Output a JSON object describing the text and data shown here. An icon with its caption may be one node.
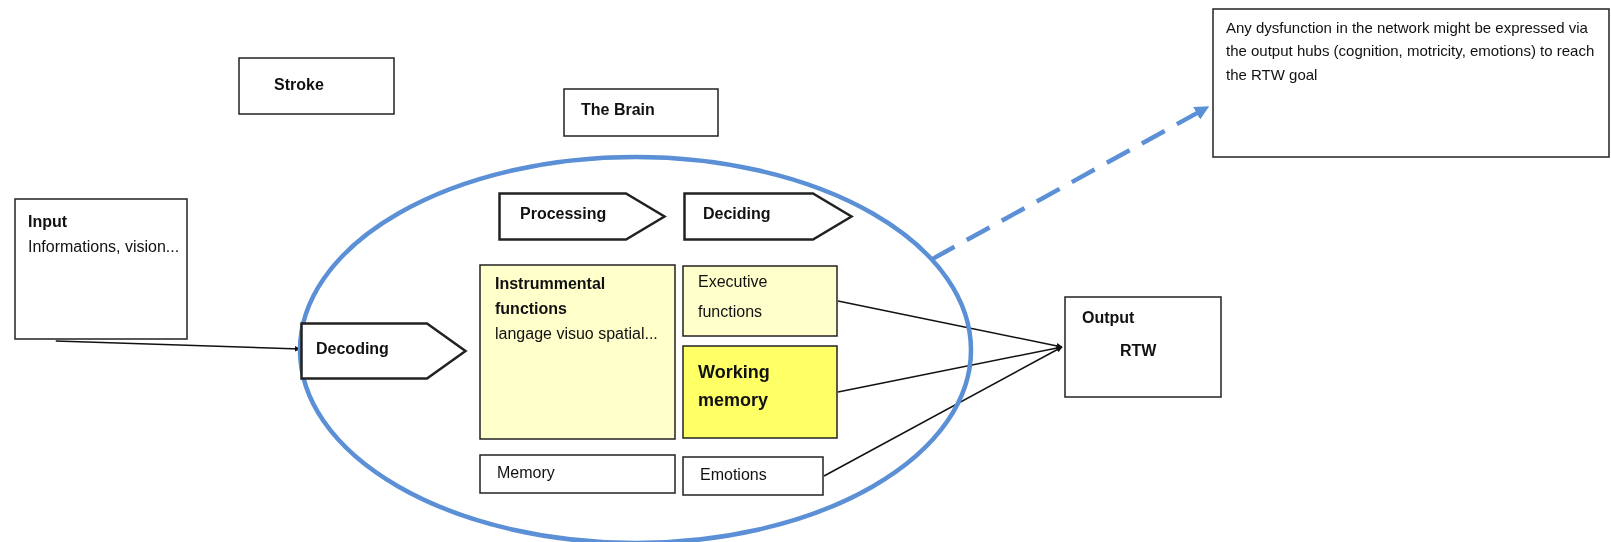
{
  "diagram": {
    "nodes": [
      {
        "text": [
          "Stroke"
        ]
      },
      {
        "text": [
          "The Brain"
        ]
      },
      {
        "text": [],
        "shape": "ellipse"
      },
      {
        "text": [
          "Input",
          "Informations, vision..."
        ]
      },
      {
        "text": [
          "Processing"
        ],
        "in": 2
      },
      {
        "text": [
          "Deciding"
        ],
        "in": 2
      },
      {
        "text": [
          "Decoding"
        ],
        "in": 2
      },
      {
        "text": [
          "Instrummental functions",
          "langage visuo spatial..."
        ],
        "in": 2
      },
      {
        "text": [
          "Executive functions"
        ],
        "in": 2
      },
      {
        "text": [
          "Working memory"
        ],
        "in": 2
      },
      {
        "text": [
          "Memory"
        ],
        "in": 2
      },
      {
        "text": [
          "Emotions"
        ],
        "in": 2
      },
      {
        "text": [
          "Output",
          "RTW"
        ]
      },
      {
        "text": [
          "Any dysfunction in the network might be expressed via the output hubs (cognition, motricity, emotions) to reach the RTW goal"
        ]
      }
    ],
    "edges": [
      {
        "from": 3,
        "to": 6,
        "arrow": "to"
      },
      {
        "from": 8,
        "to": 12,
        "arrow": "to"
      },
      {
        "from": 9,
        "to": 12,
        "arrow": "to"
      },
      {
        "from": 11,
        "to": 12,
        "arrow": "to"
      },
      {
        "from": 2,
        "to": 13,
        "arrow": "to",
        "style": "dashed",
        "color": "#5b8fd6"
      }
    ]
  }
}
